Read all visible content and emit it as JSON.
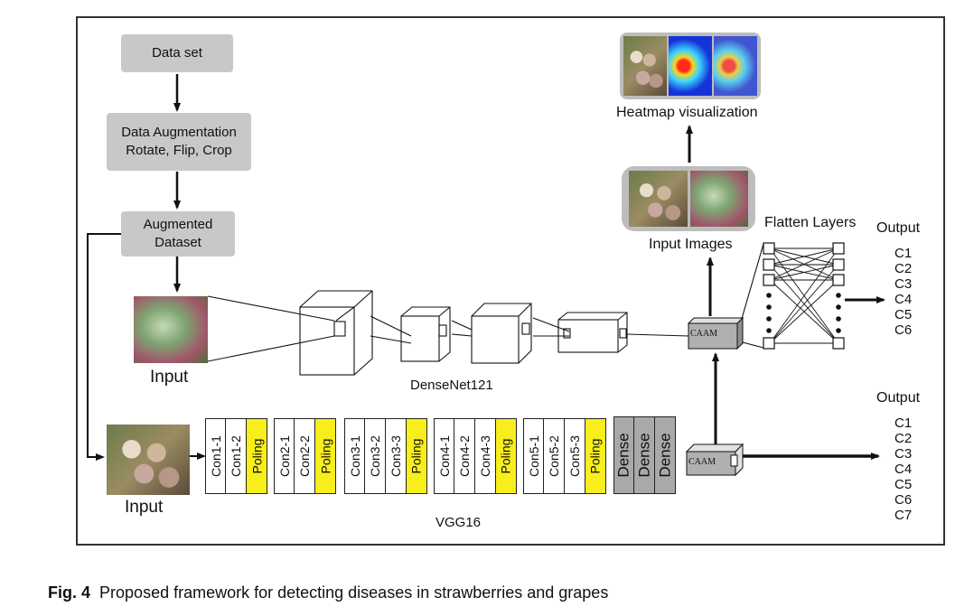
{
  "flow": {
    "dataset": "Data set",
    "augmentation_line1": "Data Augmentation",
    "augmentation_line2": "Rotate, Flip, Crop",
    "augmented_line1": "Augmented",
    "augmented_line2": "Dataset"
  },
  "densenet": {
    "input_label": "Input",
    "model_label": "DenseNet121",
    "caam_label": "CAAM"
  },
  "vgg": {
    "input_label": "Input",
    "model_label": "VGG16",
    "caam_label": "CAAM",
    "blocks": [
      [
        "Con1-1",
        "Con1-2",
        "Poling"
      ],
      [
        "Con2-1",
        "Con2-2",
        "Poling"
      ],
      [
        "Con3-1",
        "Con3-2",
        "Con3-3",
        "Poling"
      ],
      [
        "Con4-1",
        "Con4-2",
        "Con4-3",
        "Poling"
      ],
      [
        "Con5-1",
        "Con5-2",
        "Con5-3",
        "Poling"
      ]
    ],
    "dense": [
      "Dense",
      "Dense",
      "Dense"
    ]
  },
  "visual": {
    "heatmap_label": "Heatmap visualization",
    "input_images_label": "Input Images",
    "flatten_label": "Flatten Layers"
  },
  "outputs_top": {
    "title": "Output",
    "classes": [
      "C1",
      "C2",
      "C3",
      "C4",
      "C5",
      "C6"
    ]
  },
  "outputs_bottom": {
    "title": "Output",
    "classes": [
      "C1",
      "C2",
      "C3",
      "C4",
      "C5",
      "C6",
      "C7"
    ]
  },
  "caption": {
    "label": "Fig. 4",
    "text": "Proposed framework for detecting diseases in strawberries and grapes"
  },
  "colors": {
    "pool": "#f7ee1c",
    "dense": "#a9a9a9",
    "box": "#c8c8c8"
  }
}
